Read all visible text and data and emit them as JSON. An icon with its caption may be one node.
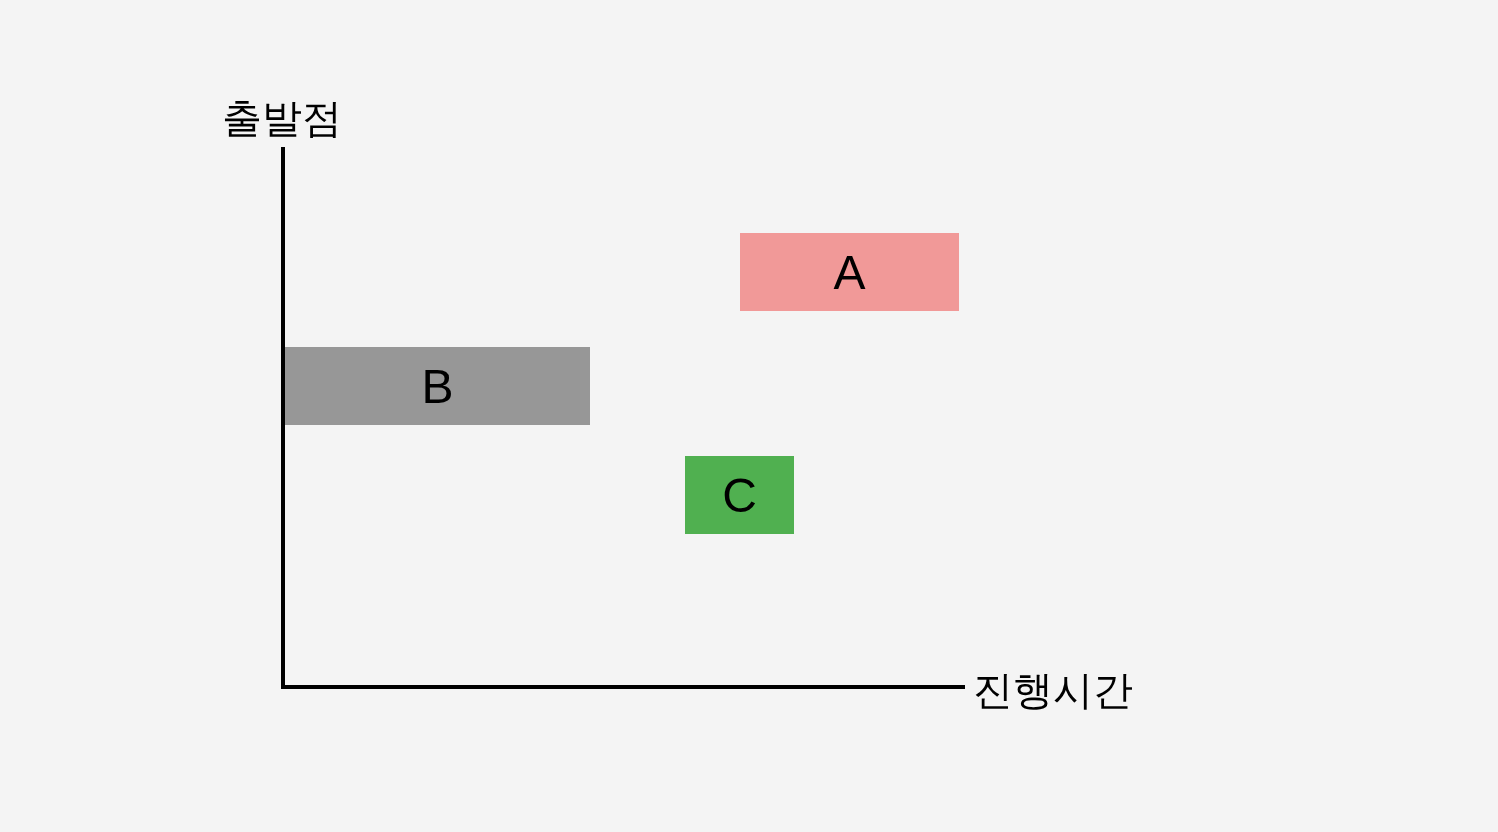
{
  "diagram": {
    "nodes": [
      {
        "text": [
          "A"
        ]
      },
      {
        "text": [
          "B"
        ]
      },
      {
        "text": [
          "C"
        ]
      }
    ],
    "edges": [],
    "labels": [
      "출발점",
      "진행시간"
    ]
  }
}
